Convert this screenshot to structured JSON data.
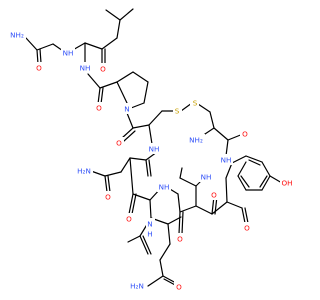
{
  "colors": {
    "oxygen": "#ff0d0d",
    "nitrogen": "#3050f8",
    "sulfur": "#c8a000",
    "carbon": "#000000",
    "background": "#ffffff"
  },
  "atom_labels": {
    "nh2_top": "NH₂",
    "nh_gly": "NH",
    "o_gly": "O",
    "o_leu": "O",
    "nh_leu": "NH",
    "o_pro": "O",
    "n_pro": "N",
    "o_cys": "O",
    "nh_cys": "NH",
    "s1": "S",
    "s2": "S",
    "nh2_ring": "NH₂",
    "o_ring_top": "O",
    "nh_asn": "NH",
    "nh2_asn": "H₂N",
    "o_asn": "O",
    "nh_ring_mid": "NH",
    "nh_ile": "NH",
    "o_tyr": "O",
    "oh": "OH",
    "o_ring_low": "O",
    "o_gln": "O",
    "nh_ring_low": "N",
    "h_ring_low": "H",
    "o_ile": "O",
    "nh2_gln": "H₂N",
    "o_gln_amide": "O"
  }
}
